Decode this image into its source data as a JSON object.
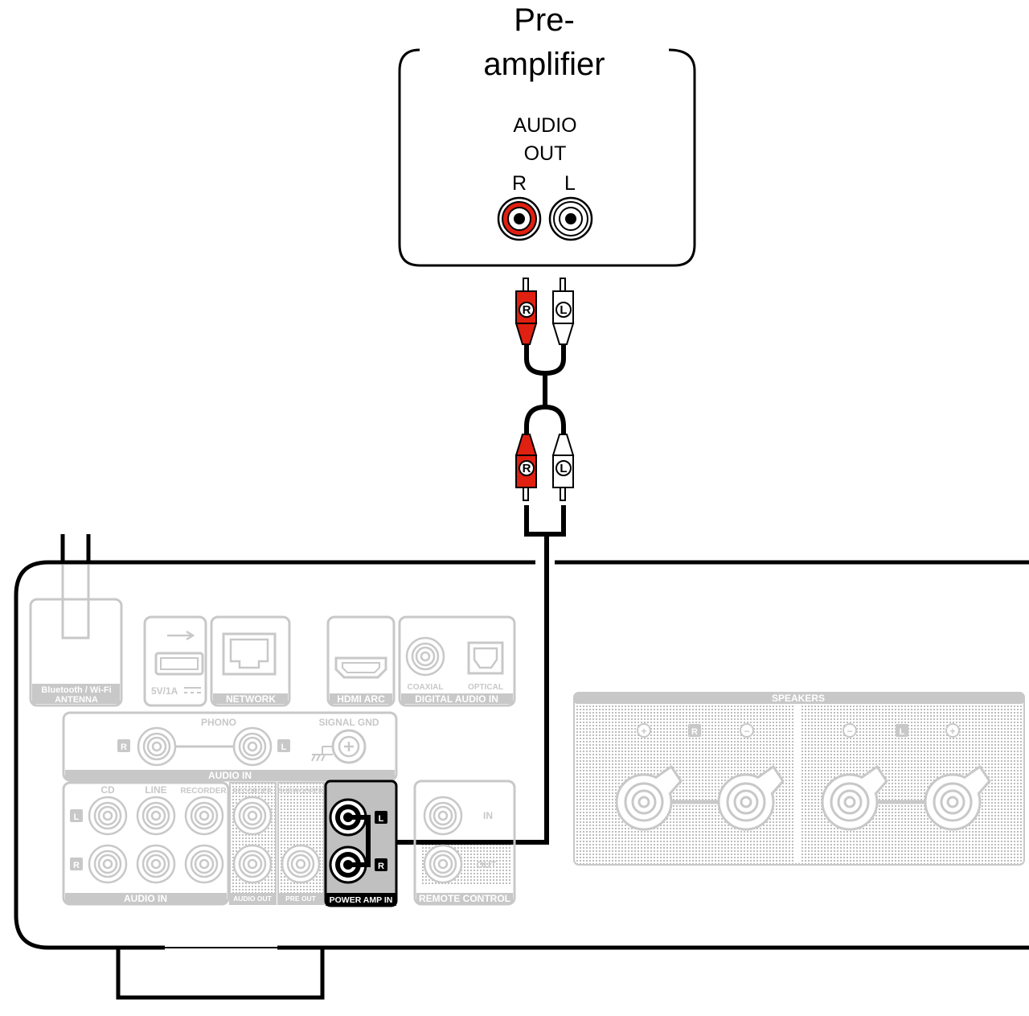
{
  "preamp": {
    "title_line1": "Pre-",
    "title_line2": "amplifier",
    "output_line1": "AUDIO",
    "output_line2": "OUT",
    "right_label": "R",
    "left_label": "L"
  },
  "cable": {
    "upper_right_plug": "R",
    "upper_left_plug": "L",
    "lower_right_plug": "R",
    "lower_left_plug": "L",
    "colors": {
      "right": "#e02010",
      "left": "#ffffff",
      "wire": "#000000"
    }
  },
  "rear_panel": {
    "antenna_line1": "Bluetooth / Wi-Fi",
    "antenna_line2": "ANTENNA",
    "usb_power": "5V/1A",
    "network": "NETWORK",
    "hdmi_arc": "HDMI ARC",
    "coaxial": "COAXIAL",
    "optical": "OPTICAL",
    "digital_audio_in": "DIGITAL AUDIO IN",
    "phono": "PHONO",
    "signal_gnd": "SIGNAL GND",
    "phono_r": "R",
    "phono_l": "L",
    "phono_group": "AUDIO IN",
    "cd": "CD",
    "line": "LINE",
    "recorder_in": "RECORDER",
    "audio_in_group": "AUDIO IN",
    "in_l": "L",
    "in_r": "R",
    "recorder_out": "RECORDER",
    "audio_out": "AUDIO OUT",
    "subwoofer": "SUBWOOFER",
    "pre_out": "PRE OUT",
    "power_amp_in": "POWER AMP IN",
    "power_amp_l": "L",
    "power_amp_r": "R",
    "remote_in": "IN",
    "remote_out": "OUT",
    "remote_control": "REMOTE CONTROL",
    "speakers": "SPEAKERS",
    "spk_plus_1": "+",
    "spk_r": "R",
    "spk_minus_1": "−",
    "spk_minus_2": "−",
    "spk_l": "L",
    "spk_plus_2": "+",
    "colors": {
      "faded": "#c8c8c8",
      "highlight": "#000000"
    }
  }
}
